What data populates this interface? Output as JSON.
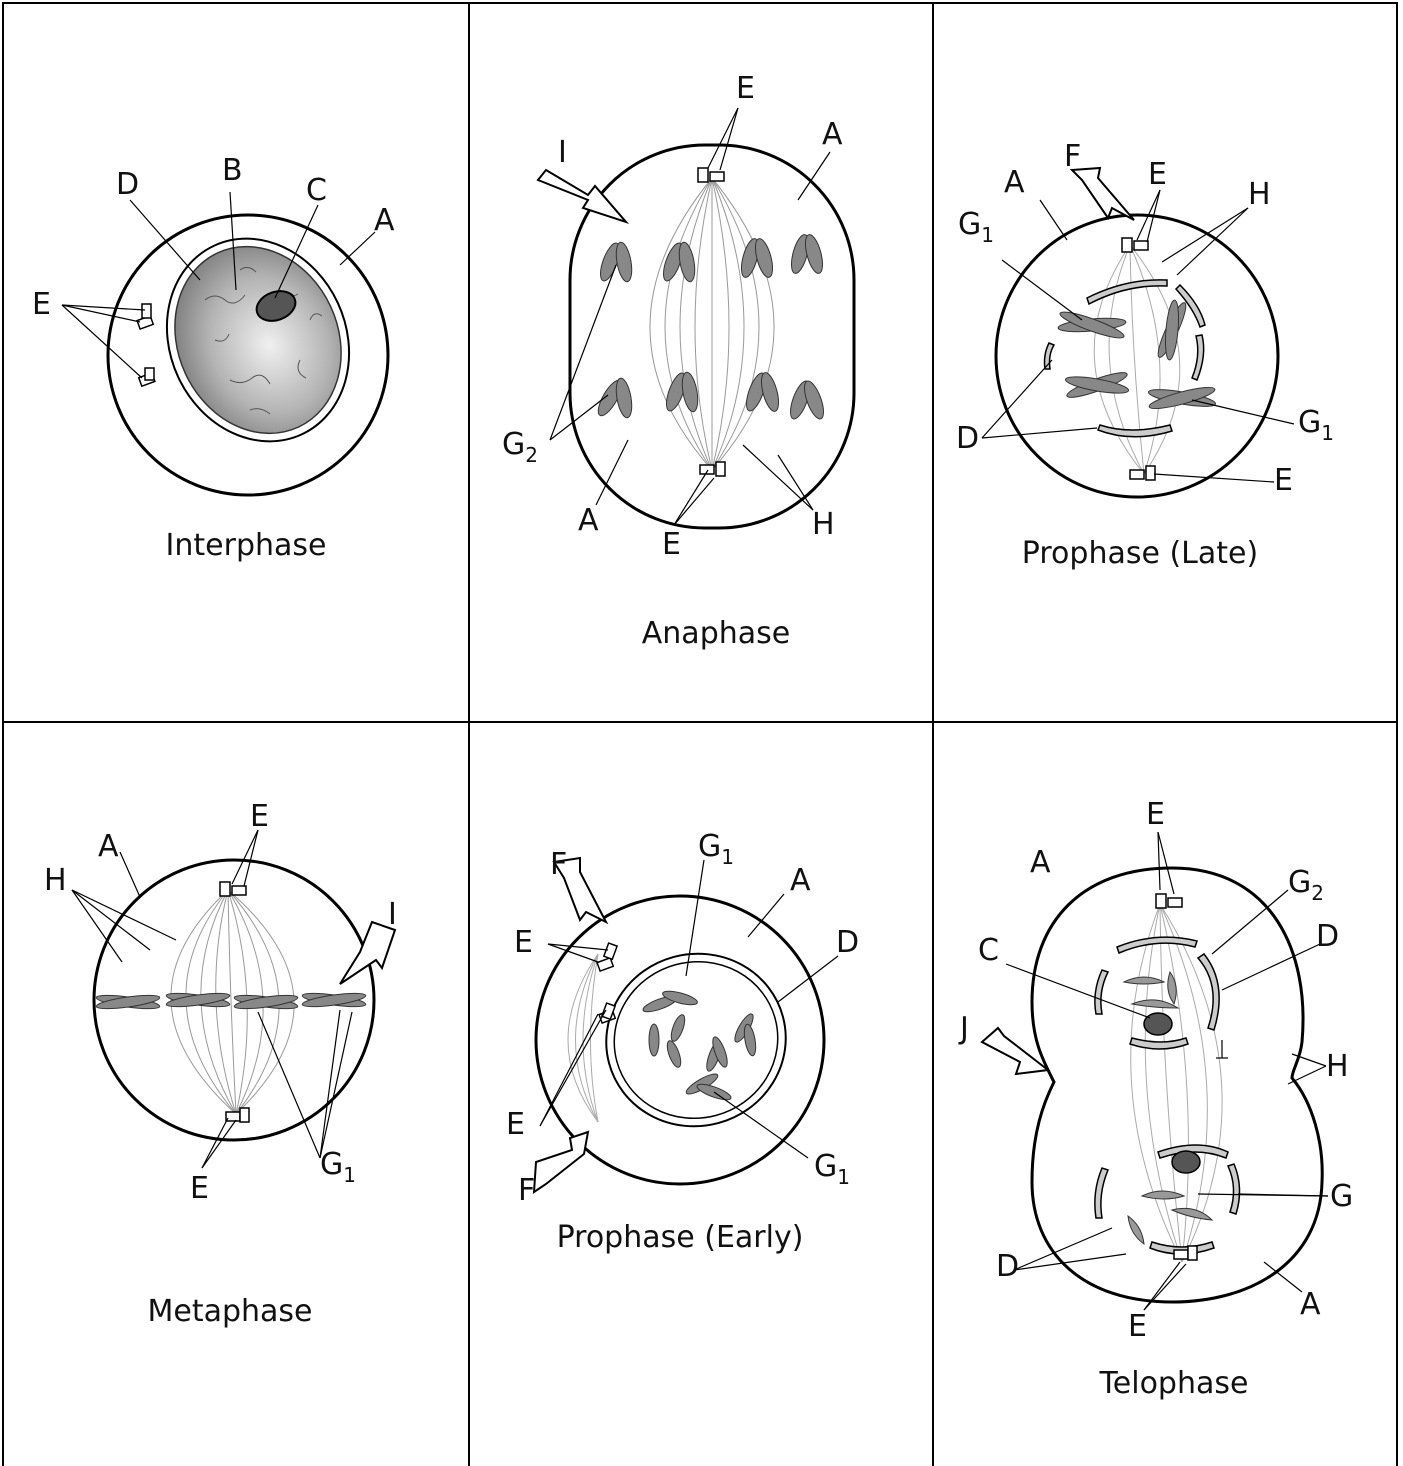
{
  "panels": {
    "interphase": {
      "caption": "Interphase",
      "labels": {
        "A": "A",
        "B": "B",
        "C": "C",
        "D": "D",
        "E": "E"
      }
    },
    "anaphase": {
      "caption": "Anaphase",
      "labels": {
        "A_top": "A",
        "A_bottom": "A",
        "E_top": "E",
        "E_bottom": "E",
        "I": "I",
        "G": "G",
        "G_sub": "2",
        "H": "H"
      }
    },
    "prophase_late": {
      "caption": "Prophase (Late)",
      "labels": {
        "A": "A",
        "F": "F",
        "E_top": "E",
        "E_bottom": "E",
        "H": "H",
        "G_left": "G",
        "G_left_sub": "1",
        "G_right": "G",
        "G_right_sub": "1",
        "D": "D"
      }
    },
    "metaphase": {
      "caption": "Metaphase",
      "labels": {
        "A": "A",
        "E_top": "E",
        "E_bottom": "E",
        "H": "H",
        "I": "I",
        "G": "G",
        "G_sub": "1"
      }
    },
    "prophase_early": {
      "caption": "Prophase (Early)",
      "labels": {
        "F_top": "F",
        "F_bottom": "F",
        "E_top": "E",
        "E_bottom": "E",
        "A": "A",
        "D": "D",
        "G_top": "G",
        "G_top_sub": "1",
        "G_bottom": "G",
        "G_bottom_sub": "1"
      }
    },
    "telophase": {
      "caption": "Telophase",
      "labels": {
        "E_top": "E",
        "E_bottom": "E",
        "A_top": "A",
        "A_bottom": "A",
        "G2": "G",
        "G2_sub": "2",
        "D_top": "D",
        "D_bottom": "D",
        "C": "C",
        "J": "J",
        "H": "H",
        "G": "G"
      }
    }
  }
}
